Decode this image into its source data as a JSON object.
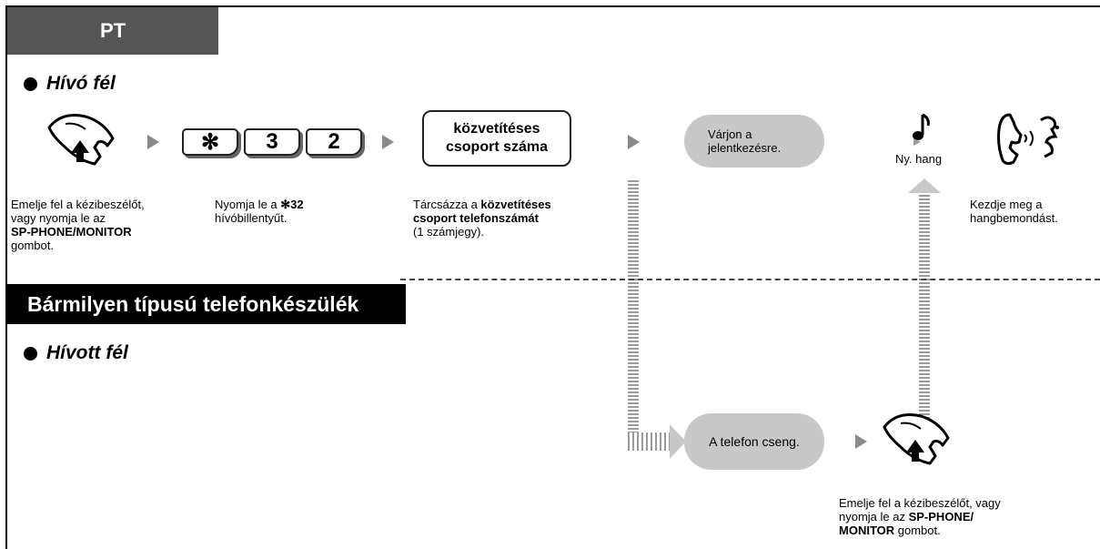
{
  "sections": {
    "pt_label": "PT",
    "any_phone_label": "Bármilyen típusú telefonkészülék"
  },
  "caller": {
    "label": "Hívó fél",
    "step1_lines": [
      "Emelje fel a kézibeszélőt,",
      "vagy nyomja le az"
    ],
    "step1_bold": "SP-PHONE/MONITOR",
    "step1_end": "gombot.",
    "keys": [
      "✻",
      "3",
      "2"
    ],
    "step2_prefix": "Nyomja le a ",
    "step2_bold": "✻32",
    "step2_end": "hívóbillentyűt.",
    "number_box_lines": [
      "közvetítéses",
      "csoport száma"
    ],
    "step3_prefix": "Tárcsázza a ",
    "step3_bold1": "közvetítéses",
    "step3_bold2": "csoport telefonszámát",
    "step3_end": "(1 számjegy).",
    "wait_lines": [
      "Várjon a",
      "jelentkezésre."
    ],
    "tone_label": "Ny. hang",
    "announce_lines": [
      "Kezdje meg a",
      "hangbemondást."
    ]
  },
  "callee": {
    "label": "Hívott fél",
    "ring_text": "A telefon cseng.",
    "answer_lines": [
      "Emelje fel a kézibeszélőt, vagy",
      "nyomja le az "
    ],
    "answer_bold1": "SP-PHONE/",
    "answer_bold2": "MONITOR",
    "answer_end": " gombot."
  },
  "icons": [
    "handset-up-icon",
    "play-arrow-icon",
    "note-icon",
    "speaking-icon"
  ],
  "colors": {
    "pt_tab": "#555555",
    "any_tab": "#000000",
    "pill": "#c8c8c8",
    "arrow": "#8a8a8a"
  }
}
